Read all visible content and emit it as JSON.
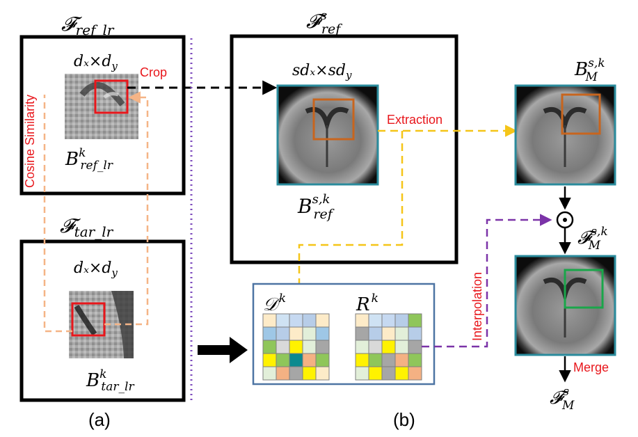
{
  "panel_a": {
    "top_box": {
      "title_main": "𝓕",
      "title_sub": "ref_lr",
      "patch_dim": "dₓ×d",
      "patch_dim_sub": "y",
      "block_main": "B",
      "block_sup": "k",
      "block_sub": "ref_lr"
    },
    "bottom_box": {
      "title_main": "𝓕",
      "title_sub": "tar_lr",
      "patch_dim": "dₓ×d",
      "patch_dim_sub": "y",
      "block_main": "B",
      "block_sup": "k",
      "block_sub": "tar_lr"
    },
    "cosine_label": "Cosine Similarity",
    "crop_label": "Crop",
    "caption": "(a)"
  },
  "panel_b": {
    "ref_box": {
      "title_main": "𝓕",
      "title_sup": "s",
      "title_sub": "ref",
      "patch_dim": "sdₓ×sd",
      "patch_dim_sub": "y",
      "block_main": "B",
      "block_sup": "s,k",
      "block_sub": "ref"
    },
    "extraction_label": "Extraction",
    "interpolation_label": "Interpolation",
    "merge_label": "Merge",
    "matrix_d": {
      "main": "𝒟",
      "sup": "k"
    },
    "matrix_r": {
      "main": "R",
      "sup": "k"
    },
    "bm": {
      "main": "B",
      "sup": "s,k",
      "sub": "M"
    },
    "fm_sk": {
      "main": "𝓕",
      "sup": "s,k",
      "sub": "M"
    },
    "fm_s": {
      "main": "𝓕",
      "sup": "s",
      "sub": "M"
    },
    "odot": "⊙",
    "caption": "(b)"
  },
  "colors": {
    "red": "#e8161b",
    "orange": "#c8651e",
    "green": "#1aa64a",
    "teal": "#2a8b9c",
    "dash_peach": "#f5b486",
    "dash_yellow": "#f5c518",
    "dash_purple": "#7b33a8",
    "dotted_purple": "#7d4bbd",
    "matrix_frame": "#4d74a3"
  },
  "grid_d": [
    [
      "#fdebc8",
      "#cfe2f3",
      "#c6d9f1",
      "#b7cde8",
      "#fdebc8"
    ],
    [
      "#9ec7e6",
      "#b7cde8",
      "#fdebc8",
      "#e2efd9",
      "#9ec7e6"
    ],
    [
      "#8fc65a",
      "#d9d9d9",
      "#fff200",
      "#e2efd9",
      "#a6a6a6"
    ],
    [
      "#fff200",
      "#8fc65a",
      "#0b8a8f",
      "#f4b183",
      "#8fc65a"
    ],
    [
      "#e2efd9",
      "#f4b183",
      "#a6a6a6",
      "#fff200",
      "#fdebc8"
    ]
  ],
  "grid_r": [
    [
      "#fdebc8",
      "#cfe2f3",
      "#c6d9f1",
      "#b7cde8",
      "#8fc65a"
    ],
    [
      "#a6a6a6",
      "#b7cde8",
      "#fdebc8",
      "#e2efd9",
      "#b7cde8"
    ],
    [
      "#e2efd9",
      "#d9d9d9",
      "#fff200",
      "#e2efd9",
      "#a6a6a6"
    ],
    [
      "#fff200",
      "#8fc65a",
      "#a6a6a6",
      "#f4b183",
      "#8fc65a"
    ],
    [
      "#e2efd9",
      "#fff200",
      "#a6a6a6",
      "#fff200",
      "#f4b183"
    ]
  ]
}
